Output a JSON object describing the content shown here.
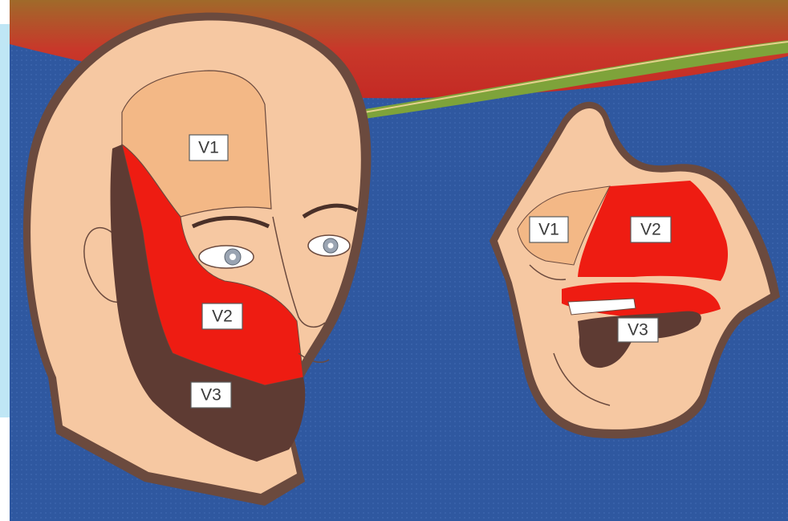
{
  "colors": {
    "background_blue": "#2f58a0",
    "slide_bg": "#bfe6f5",
    "skin": "#f6c8a2",
    "v1_region": "#f3b886",
    "v2_region": "#ee1c12",
    "v3_region": "#5e3b33",
    "outline": "#6b4a3e"
  },
  "front_face": {
    "labels": {
      "v1": "V1",
      "v2": "V2",
      "v3": "V3"
    }
  },
  "nasal_oral_view": {
    "labels": {
      "v1": "V1",
      "v2": "V2",
      "v3": "V3"
    }
  }
}
